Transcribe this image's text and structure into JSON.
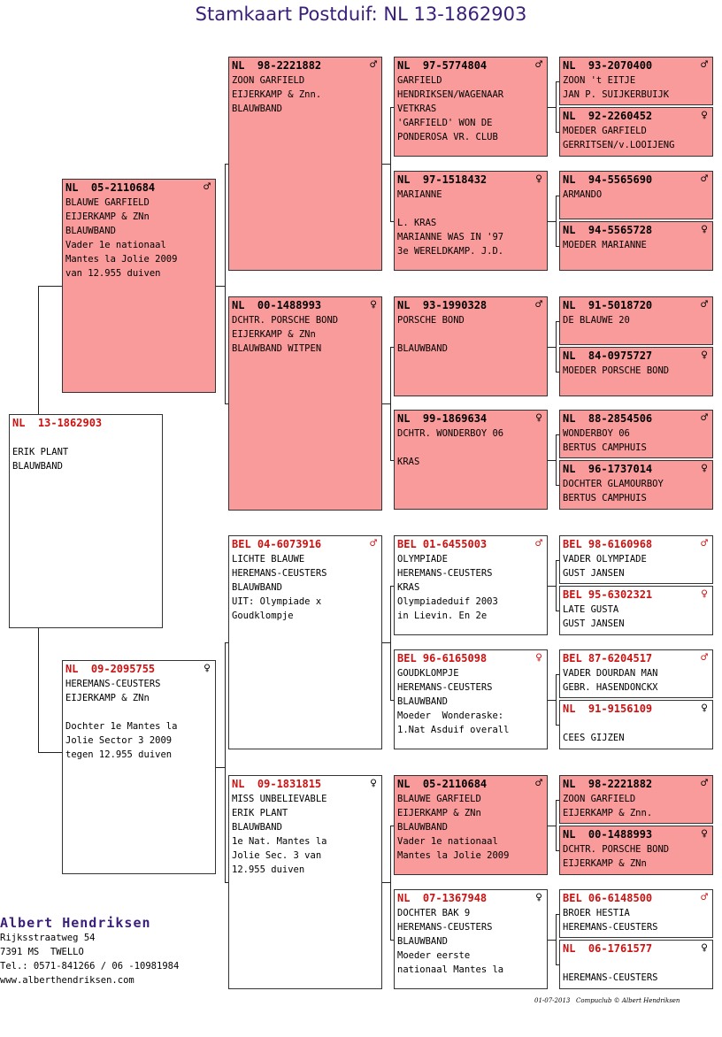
{
  "title": "Stamkaart Postduif: NL  13-1862903",
  "footer": "01-07-2013   Compuclub © Albert Hendriksen",
  "owner": {
    "name": "Albert Hendriksen",
    "address": "Rijksstraatweg 54",
    "city": "7391 MS  TWELLO",
    "phone": "Tel.: 0571-841266 / 06 -10981984",
    "web": "www.alberthendriksen.com"
  },
  "symbols": {
    "male": "♂",
    "female": "♀"
  },
  "pigeons": [
    {
      "id": "subject",
      "ring": "NL  13-1862903",
      "sex": "",
      "lines": [
        "",
        "ERIK PLANT",
        "BLAUWBAND"
      ],
      "color": "white",
      "country": "subject"
    },
    {
      "id": "father",
      "ring": "NL  05-2110684",
      "sex": "♂",
      "lines": [
        "BLAUWE GARFIELD",
        "EIJERKAMP & ZNn",
        "BLAUWBAND",
        "Vader 1e nationaal",
        "Mantes la Jolie 2009",
        "van 12.955 duiven"
      ],
      "color": "pink",
      "country": "nl"
    },
    {
      "id": "mother",
      "ring": "NL  09-2095755",
      "sex": "♀",
      "lines": [
        "HEREMANS-CEUSTERS",
        "EIJERKAMP & ZNn",
        "",
        "Dochter 1e Mantes la",
        "Jolie Sector 3 2009",
        "tegen 12.955 duiven"
      ],
      "color": "white",
      "country": "nl-red"
    },
    {
      "id": "ff",
      "ring": "NL  98-2221882",
      "sex": "♂",
      "lines": [
        "ZOON GARFIELD",
        "EIJERKAMP & Znn.",
        "BLAUWBAND"
      ],
      "color": "pink",
      "country": "nl"
    },
    {
      "id": "fm",
      "ring": "NL  00-1488993",
      "sex": "♀",
      "lines": [
        "DCHTR. PORSCHE BOND",
        "EIJERKAMP & ZNn",
        "BLAUWBAND WITPEN"
      ],
      "color": "pink",
      "country": "nl"
    },
    {
      "id": "mf",
      "ring": "BEL 04-6073916",
      "sex": "♂",
      "lines": [
        "LICHTE BLAUWE",
        "HEREMANS-CEUSTERS",
        "BLAUWBAND",
        "UIT: Olympiade x",
        "Goudklompje"
      ],
      "color": "white",
      "country": "bel"
    },
    {
      "id": "mm",
      "ring": "NL  09-1831815",
      "sex": "♀",
      "lines": [
        "MISS UNBELIEVABLE",
        "ERIK PLANT",
        "BLAUWBAND",
        "1e Nat. Mantes la",
        "Jolie Sec. 3 van",
        "12.955 duiven"
      ],
      "color": "white",
      "country": "nl-red"
    },
    {
      "id": "fff",
      "ring": "NL  97-5774804",
      "sex": "♂",
      "lines": [
        "GARFIELD",
        "HENDRIKSEN/WAGENAAR",
        "VETKRAS",
        "'GARFIELD' WON DE",
        "PONDEROSA VR. CLUB"
      ],
      "color": "pink",
      "country": "nl"
    },
    {
      "id": "ffm",
      "ring": "NL  97-1518432",
      "sex": "♀",
      "lines": [
        "MARIANNE",
        "",
        "L. KRAS",
        "MARIANNE WAS IN '97",
        "3e WERELDKAMP. J.D."
      ],
      "color": "pink",
      "country": "nl"
    },
    {
      "id": "fmf",
      "ring": "NL  93-1990328",
      "sex": "♂",
      "lines": [
        "PORSCHE BOND",
        "",
        "BLAUWBAND"
      ],
      "color": "pink",
      "country": "nl"
    },
    {
      "id": "fmm",
      "ring": "NL  99-1869634",
      "sex": "♀",
      "lines": [
        "DCHTR. WONDERBOY 06",
        "",
        "KRAS"
      ],
      "color": "pink",
      "country": "nl"
    },
    {
      "id": "mff",
      "ring": "BEL 01-6455003",
      "sex": "♂",
      "lines": [
        "OLYMPIADE",
        "HEREMANS-CEUSTERS",
        "KRAS",
        "Olympiadeduif 2003",
        "in Lievin. En 2e"
      ],
      "color": "white",
      "country": "bel"
    },
    {
      "id": "mfm",
      "ring": "BEL 96-6165098",
      "sex": "♀",
      "lines": [
        "GOUDKLOMPJE",
        "HEREMANS-CEUSTERS",
        "BLAUWBAND",
        "Moeder  Wonderaske:",
        "1.Nat Asduif overall"
      ],
      "color": "white",
      "country": "bel"
    },
    {
      "id": "mmf",
      "ring": "NL  05-2110684",
      "sex": "♂",
      "lines": [
        "BLAUWE GARFIELD",
        "EIJERKAMP & ZNn",
        "BLAUWBAND",
        "Vader 1e nationaal",
        "Mantes la Jolie 2009"
      ],
      "color": "pink",
      "country": "nl"
    },
    {
      "id": "mmm",
      "ring": "NL  07-1367948",
      "sex": "♀",
      "lines": [
        "DOCHTER BAK 9",
        "HEREMANS-CEUSTERS",
        "BLAUWBAND",
        "Moeder eerste",
        "nationaal Mantes la"
      ],
      "color": "white",
      "country": "nl-red"
    },
    {
      "id": "g1",
      "ring": "NL  93-2070400",
      "sex": "♂",
      "lines": [
        "ZOON 't EITJE",
        "JAN P. SUIJKERBUIJK"
      ],
      "color": "pink",
      "country": "nl"
    },
    {
      "id": "g2",
      "ring": "NL  92-2260452",
      "sex": "♀",
      "lines": [
        "MOEDER GARFIELD",
        "GERRITSEN/v.LOOIJENG"
      ],
      "color": "pink",
      "country": "nl"
    },
    {
      "id": "g3",
      "ring": "NL  94-5565690",
      "sex": "♂",
      "lines": [
        "ARMANDO"
      ],
      "color": "pink",
      "country": "nl"
    },
    {
      "id": "g4",
      "ring": "NL  94-5565728",
      "sex": "♀",
      "lines": [
        "MOEDER MARIANNE"
      ],
      "color": "pink",
      "country": "nl"
    },
    {
      "id": "g5",
      "ring": "NL  91-5018720",
      "sex": "♂",
      "lines": [
        "DE BLAUWE 20"
      ],
      "color": "pink",
      "country": "nl"
    },
    {
      "id": "g6",
      "ring": "NL  84-0975727",
      "sex": "♀",
      "lines": [
        "MOEDER PORSCHE BOND"
      ],
      "color": "pink",
      "country": "nl"
    },
    {
      "id": "g7",
      "ring": "NL  88-2854506",
      "sex": "♂",
      "lines": [
        "WONDERBOY 06",
        "BERTUS CAMPHUIS"
      ],
      "color": "pink",
      "country": "nl"
    },
    {
      "id": "g8",
      "ring": "NL  96-1737014",
      "sex": "♀",
      "lines": [
        "DOCHTER GLAMOURBOY",
        "BERTUS CAMPHUIS"
      ],
      "color": "pink",
      "country": "nl"
    },
    {
      "id": "g9",
      "ring": "BEL 98-6160968",
      "sex": "♂",
      "lines": [
        "VADER OLYMPIADE",
        "GUST JANSEN"
      ],
      "color": "white",
      "country": "bel"
    },
    {
      "id": "g10",
      "ring": "BEL 95-6302321",
      "sex": "♀",
      "lines": [
        "LATE GUSTA",
        "GUST JANSEN"
      ],
      "color": "white",
      "country": "bel"
    },
    {
      "id": "g11",
      "ring": "BEL 87-6204517",
      "sex": "♂",
      "lines": [
        "VADER DOURDAN MAN",
        "GEBR. HASENDONCKX"
      ],
      "color": "white",
      "country": "bel"
    },
    {
      "id": "g12",
      "ring": "NL  91-9156109",
      "sex": "♀",
      "lines": [
        "",
        "CEES GIJZEN"
      ],
      "color": "white",
      "country": "nl-red"
    },
    {
      "id": "g13",
      "ring": "NL  98-2221882",
      "sex": "♂",
      "lines": [
        "ZOON GARFIELD",
        "EIJERKAMP & Znn."
      ],
      "color": "pink",
      "country": "nl"
    },
    {
      "id": "g14",
      "ring": "NL  00-1488993",
      "sex": "♀",
      "lines": [
        "DCHTR. PORSCHE BOND",
        "EIJERKAMP & ZNn"
      ],
      "color": "pink",
      "country": "nl"
    },
    {
      "id": "g15",
      "ring": "BEL 06-6148500",
      "sex": "♂",
      "lines": [
        "BROER HESTIA",
        "HEREMANS-CEUSTERS"
      ],
      "color": "white",
      "country": "bel"
    },
    {
      "id": "g16",
      "ring": "NL  06-1761577",
      "sex": "♀",
      "lines": [
        "",
        "HEREMANS-CEUSTERS"
      ],
      "color": "white",
      "country": "nl-red"
    }
  ]
}
